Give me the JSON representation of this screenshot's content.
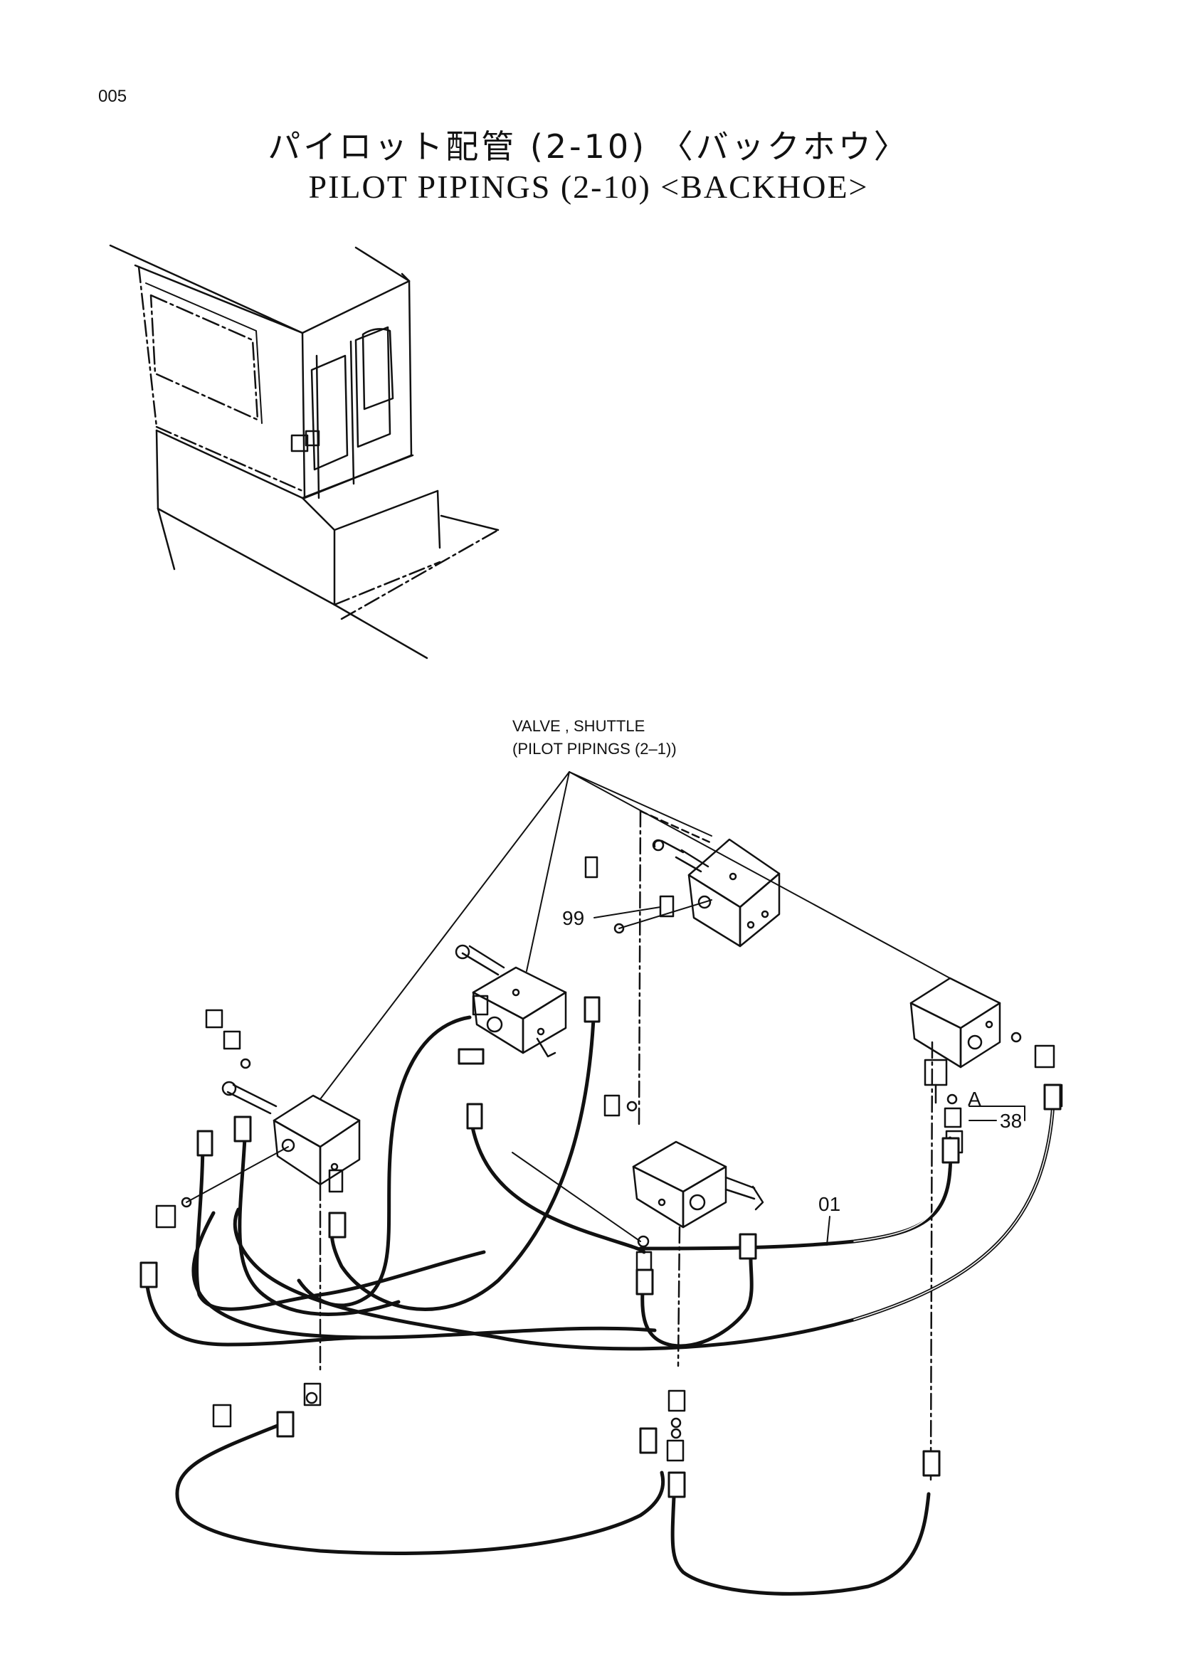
{
  "page": {
    "number": "005"
  },
  "title": {
    "japanese": "パイロット配管 (2-10) 〈バックホウ〉",
    "english": "PILOT PIPINGS (2-10) <BACKHOE>"
  },
  "callouts": {
    "valve_line1": "VALVE , SHUTTLE",
    "valve_line2": "(PILOT PIPINGS (2–1))",
    "part_99": "99",
    "part_38": "38",
    "view_a": "A",
    "part_01": "01"
  }
}
